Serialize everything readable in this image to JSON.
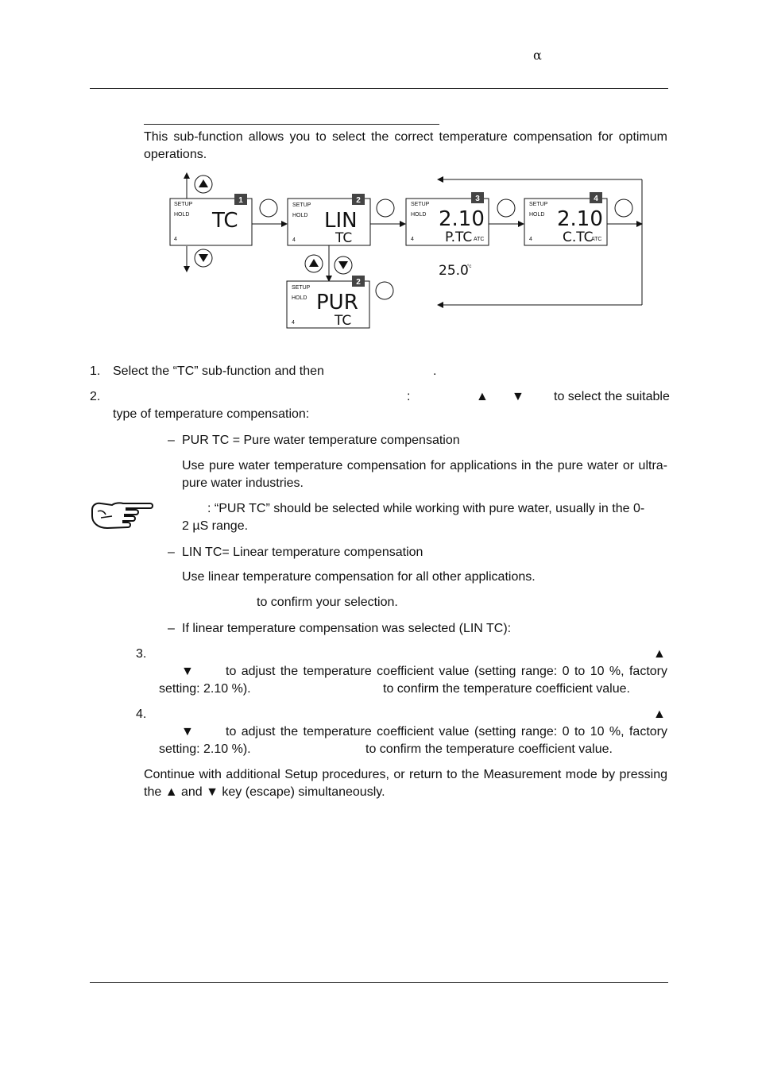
{
  "header": {
    "alpha": "α"
  },
  "intro": {
    "text": "This sub-function allows you to select the correct temperature compensation for optimum operations."
  },
  "diagram": {
    "panels": [
      {
        "number": "1",
        "setup": "SETUP",
        "hold": "HOLD",
        "digit": "4",
        "main": "TC",
        "sub": "",
        "atc": ""
      },
      {
        "number": "2",
        "setup": "SETUP",
        "hold": "HOLD",
        "digit": "4",
        "main": "LIN",
        "sub": "TC",
        "atc": ""
      },
      {
        "number": "3",
        "setup": "SETUP",
        "hold": "HOLD",
        "digit": "4",
        "main": "2.10",
        "sub": "P.TC",
        "atc": "ATC"
      },
      {
        "number": "4",
        "setup": "SETUP",
        "hold": "HOLD",
        "digit": "4",
        "main": "2.10",
        "sub": "C.TC",
        "atc": "ATC"
      },
      {
        "number": "2",
        "setup": "SETUP",
        "hold": "HOLD",
        "digit": "4",
        "main": "PUR",
        "sub": "TC",
        "atc": ""
      }
    ],
    "temperature": "25.0",
    "temp_unit": "°c"
  },
  "steps": {
    "s1": {
      "num": "1.",
      "text": "Select the “TC” sub-function and then",
      "tail": "."
    },
    "s2": {
      "num": "2.",
      "colon": ":",
      "up": "▲",
      "down": "▼",
      "tail": "to select the suitable",
      "line2": "type of temperature compensation:"
    },
    "pur": {
      "dash": "–",
      "title": "PUR TC = Pure water temperature compensation",
      "desc": "Use pure water temperature compensation for applications in the pure water or ultra-pure water industries."
    },
    "note": {
      "text1": ": “PUR TC” should be selected while working with pure water, usually in the 0-",
      "text2": "2 µS range."
    },
    "lin": {
      "dash": "–",
      "title": "LIN TC= Linear temperature compensation",
      "desc": "Use linear temperature compensation for all other applications.",
      "confirm": "to confirm your selection."
    },
    "iflin": {
      "dash": "–",
      "text": "If linear temperature compensation was selected (LIN TC):"
    },
    "s3": {
      "num": "3.",
      "up": "▲",
      "down": "▼",
      "text": "to adjust the temperature coefficient value (setting range: 0 to 10 %, factory",
      "line3a": "setting: 2.10 %).",
      "line3b": "to confirm the temperature coefficient value."
    },
    "s4": {
      "num": "4.",
      "up": "▲",
      "down": "▼",
      "text": "to adjust the temperature coefficient value (setting range: 0 to 10 %, factory",
      "line3a": "setting: 2.10 %).",
      "line3b": "to confirm the temperature coefficient value."
    },
    "outro": "Continue with additional Setup procedures, or return to the Measurement mode by pressing the ▲ and ▼ key (escape) simultaneously."
  }
}
